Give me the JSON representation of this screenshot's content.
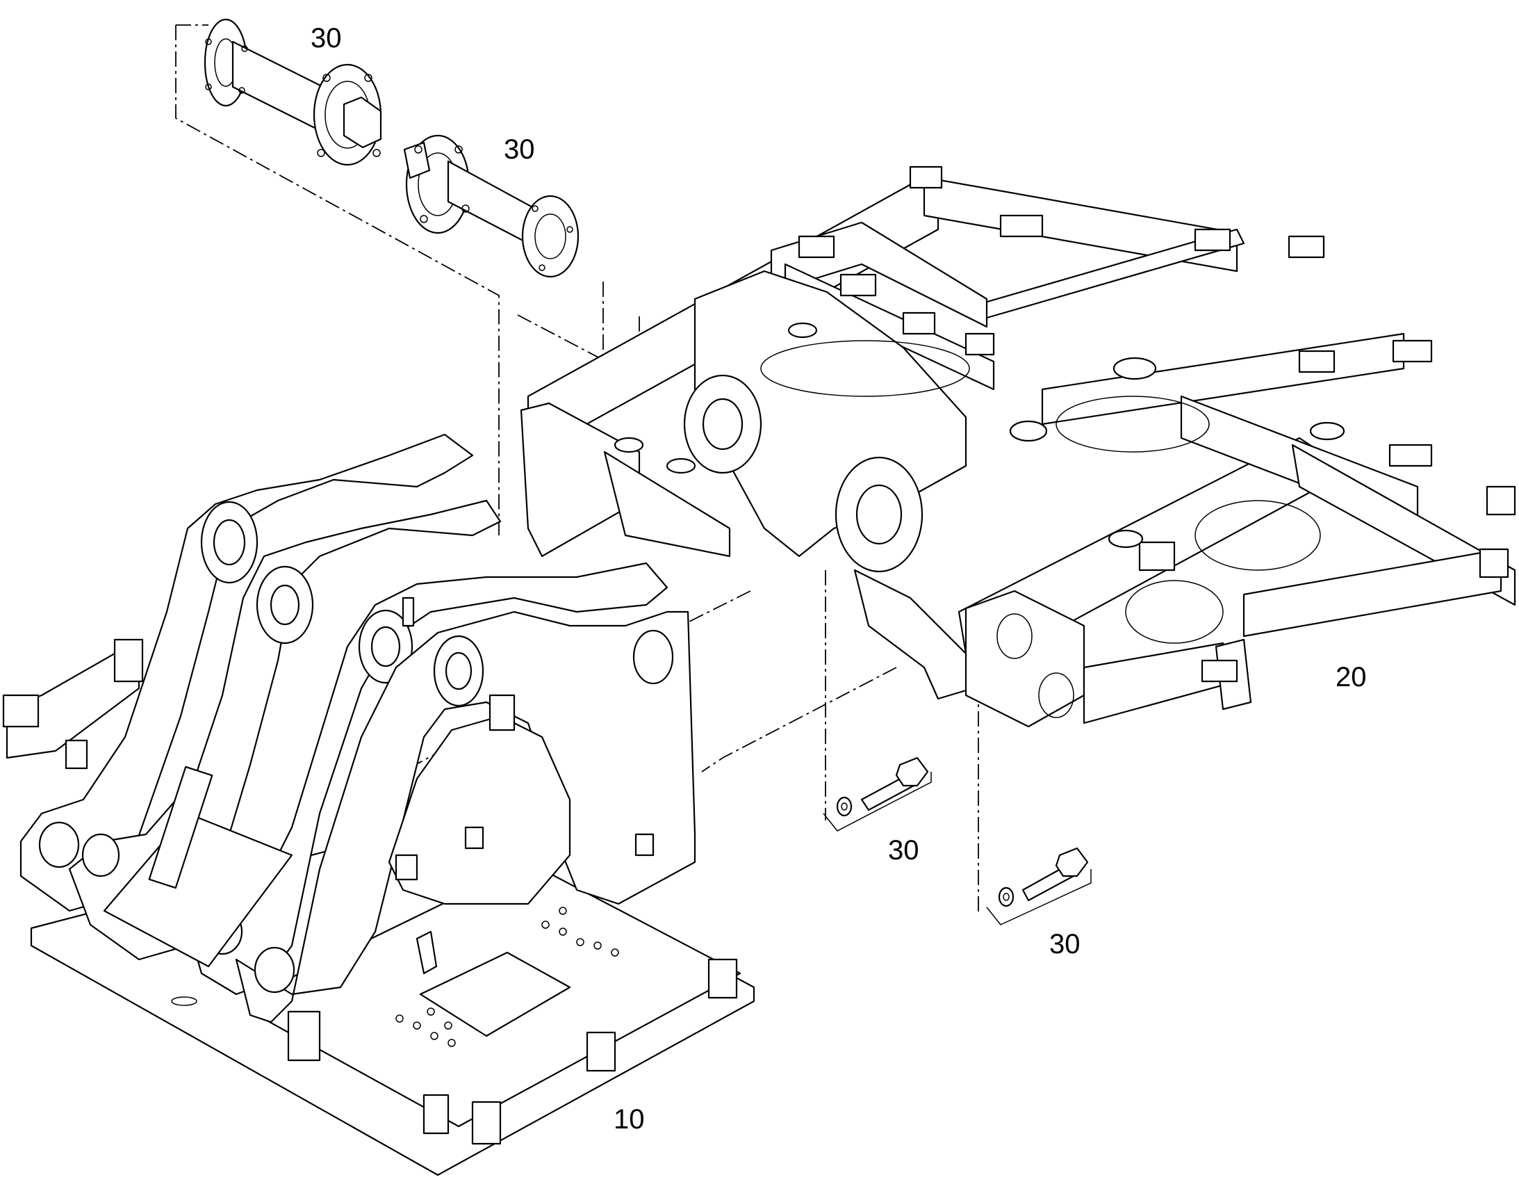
{
  "callouts": {
    "shaft_upper": "30",
    "shaft_lower": "30",
    "bolt_upper": "30",
    "bolt_lower": "30",
    "frame_front": "10",
    "frame_rear": "20"
  }
}
